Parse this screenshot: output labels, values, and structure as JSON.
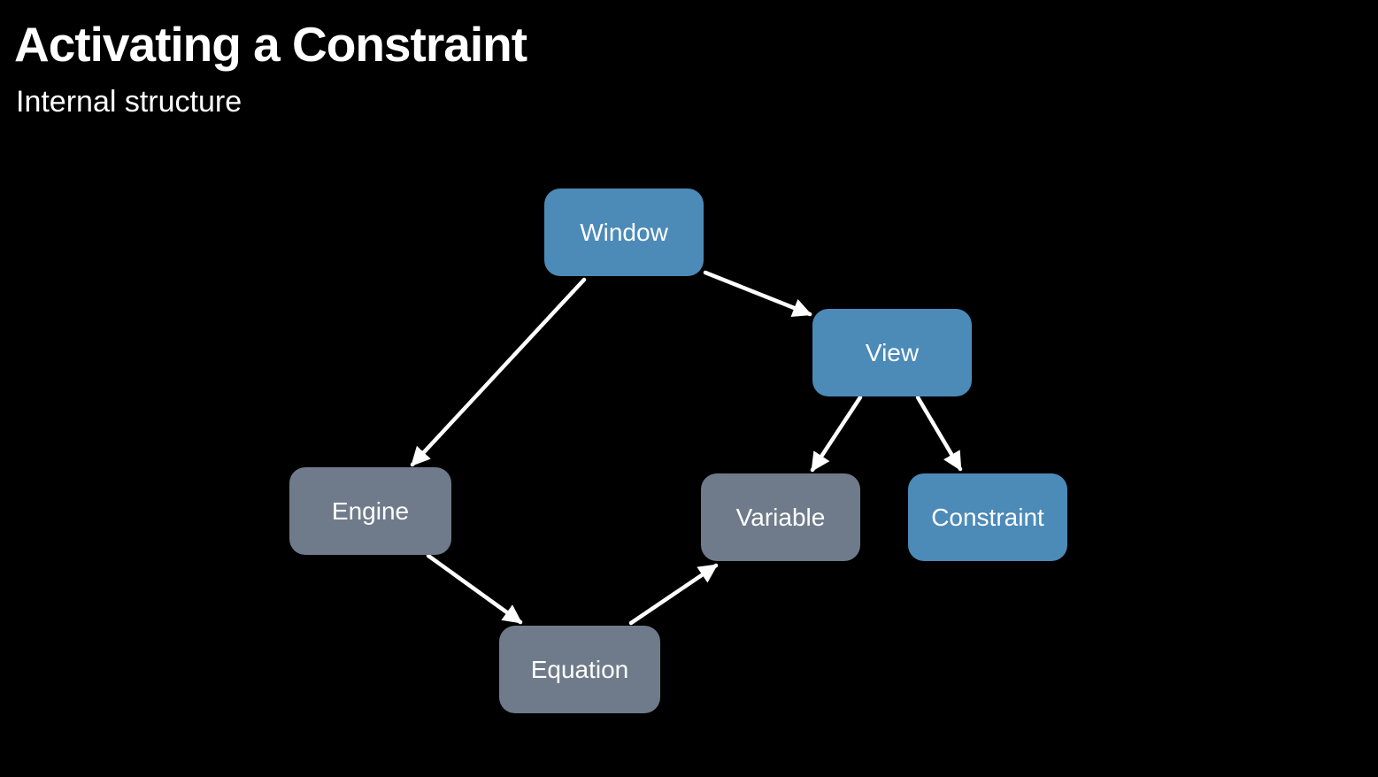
{
  "slide": {
    "title": "Activating a Constraint",
    "subtitle": "Internal structure"
  },
  "colors": {
    "background": "#000000",
    "title_text": "#ffffff",
    "node_text": "#ffffff",
    "arrow": "#ffffff",
    "node_blue": "#4c8ab8",
    "node_gray": "#6f7b8a"
  },
  "diagram": {
    "nodes": [
      {
        "id": "window",
        "label": "Window",
        "color_role": "blue"
      },
      {
        "id": "view",
        "label": "View",
        "color_role": "blue"
      },
      {
        "id": "engine",
        "label": "Engine",
        "color_role": "gray"
      },
      {
        "id": "variable",
        "label": "Variable",
        "color_role": "gray"
      },
      {
        "id": "constraint",
        "label": "Constraint",
        "color_role": "blue"
      },
      {
        "id": "equation",
        "label": "Equation",
        "color_role": "gray"
      }
    ],
    "edges": [
      {
        "from": "window",
        "to": "engine"
      },
      {
        "from": "window",
        "to": "view"
      },
      {
        "from": "view",
        "to": "variable"
      },
      {
        "from": "view",
        "to": "constraint"
      },
      {
        "from": "engine",
        "to": "equation"
      },
      {
        "from": "equation",
        "to": "variable"
      }
    ]
  }
}
